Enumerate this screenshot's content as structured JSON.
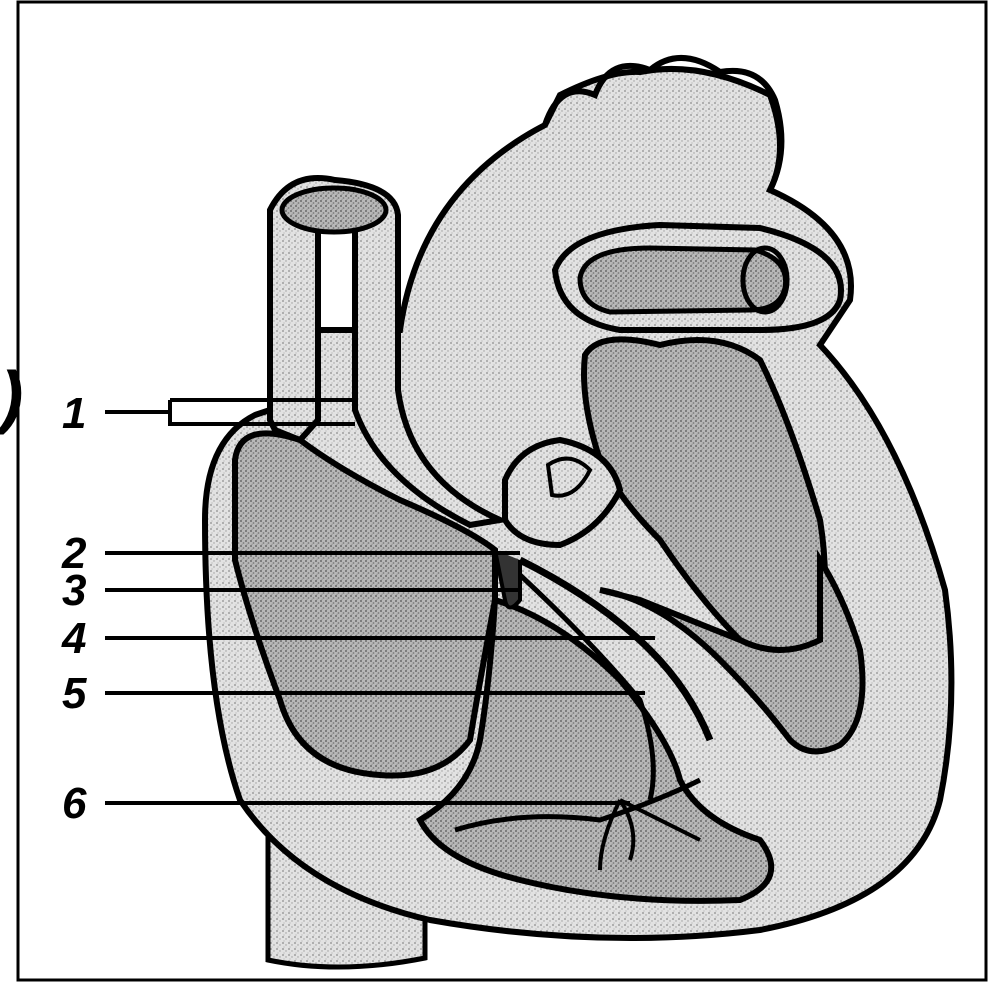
{
  "figure": {
    "corner_mark": ")",
    "labels": [
      {
        "id": "1",
        "text": "1"
      },
      {
        "id": "2",
        "text": "2"
      },
      {
        "id": "3",
        "text": "3"
      },
      {
        "id": "4",
        "text": "4"
      },
      {
        "id": "5",
        "text": "5"
      },
      {
        "id": "6",
        "text": "6"
      }
    ]
  },
  "colors": {
    "outline": "#000000",
    "stipple_light": "#dcdcdc",
    "stipple_mid": "#c4c4c4",
    "stipple_dark": "#a9a9a9",
    "background": "#ffffff"
  }
}
